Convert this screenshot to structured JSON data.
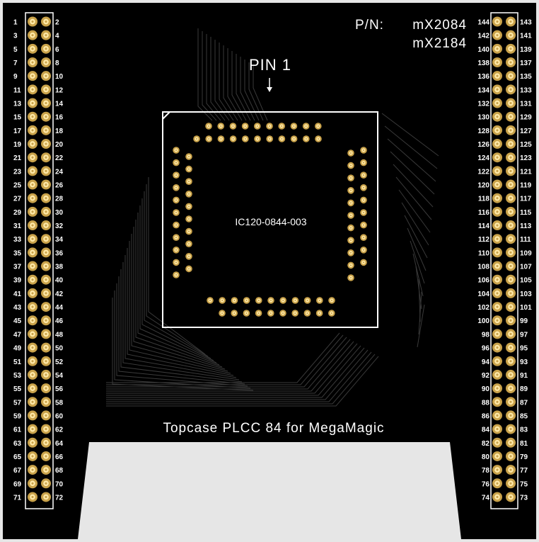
{
  "board": {
    "part_number_label": "P/N:",
    "part_number_1": "mX2084",
    "part_number_2": "mX2184",
    "pin1_label": "PIN 1",
    "chip_label": "IC120-0844-003",
    "title": "Topcase PLCC 84 for MegaMagic"
  },
  "colors": {
    "pcb": "#000000",
    "silkscreen": "#ffffff",
    "pad_copper": "#c9a24a",
    "pad_drill": "#ffe9a8",
    "trace": "#3a3a3a",
    "cutout": "#e6e6e6"
  },
  "left_header": {
    "odd_pins": [
      "1",
      "3",
      "5",
      "7",
      "9",
      "11",
      "13",
      "15",
      "17",
      "19",
      "21",
      "23",
      "25",
      "27",
      "29",
      "31",
      "33",
      "35",
      "37",
      "39",
      "41",
      "43",
      "45",
      "47",
      "49",
      "51",
      "53",
      "55",
      "57",
      "59",
      "61",
      "63",
      "65",
      "67",
      "69",
      "71"
    ],
    "even_pins": [
      "2",
      "4",
      "6",
      "8",
      "10",
      "12",
      "14",
      "16",
      "18",
      "20",
      "22",
      "24",
      "26",
      "28",
      "30",
      "32",
      "34",
      "36",
      "38",
      "40",
      "42",
      "44",
      "46",
      "48",
      "50",
      "52",
      "54",
      "56",
      "58",
      "60",
      "62",
      "64",
      "66",
      "68",
      "70",
      "72"
    ]
  },
  "right_header": {
    "even_pins": [
      "144",
      "142",
      "140",
      "138",
      "136",
      "134",
      "132",
      "130",
      "128",
      "126",
      "124",
      "122",
      "120",
      "118",
      "116",
      "114",
      "112",
      "110",
      "108",
      "106",
      "104",
      "102",
      "100",
      "98",
      "96",
      "94",
      "92",
      "90",
      "88",
      "86",
      "84",
      "82",
      "80",
      "78",
      "76",
      "74"
    ],
    "odd_pins": [
      "143",
      "141",
      "139",
      "137",
      "135",
      "133",
      "131",
      "129",
      "127",
      "125",
      "123",
      "121",
      "119",
      "117",
      "115",
      "113",
      "111",
      "109",
      "107",
      "105",
      "103",
      "101",
      "99",
      "97",
      "95",
      "93",
      "91",
      "89",
      "87",
      "85",
      "83",
      "81",
      "79",
      "77",
      "75",
      "73"
    ]
  }
}
